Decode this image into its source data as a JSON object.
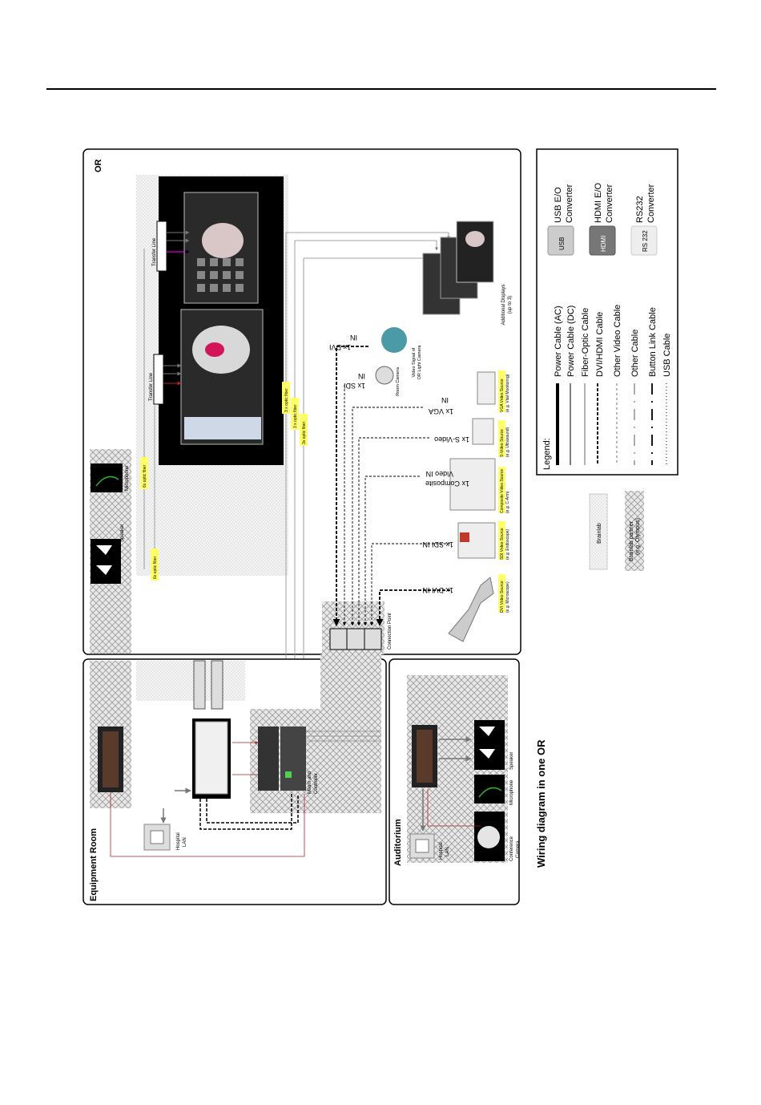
{
  "title": "Wiring diagram in one OR",
  "rooms": {
    "or": "OR",
    "equipment_room": "Equipment Room",
    "auditorium": "Auditorium"
  },
  "legend": {
    "title": "Legend:",
    "cables": [
      "Power Cable (AC)",
      "Power Cable (DC)",
      "Fiber-Optic Cable",
      "DVI/HDMI Cable",
      "Other Video Cable",
      "Other Cable",
      "Button Link Cable",
      "USB Cable"
    ],
    "converters": [
      {
        "badge": "USB",
        "line1": "USB E/O",
        "line2": "Converter"
      },
      {
        "badge": "HDMI",
        "line1": "HDMI E/O",
        "line2": "Converter"
      },
      {
        "badge": "RS 232",
        "line1": "RS232",
        "line2": "Converter"
      }
    ],
    "patterns": [
      {
        "label": "Brainlab"
      },
      {
        "label": "Brainlab partner",
        "sub": "(e.g. Olympus)"
      }
    ]
  },
  "or_devices": {
    "transfer_line_1": "Transfer Line",
    "transfer_line_2": "Transfer Line",
    "microphone": "Microphone",
    "speaker": "Speaker",
    "connection_point": "Connection Point",
    "additional_displays": "Additional Displays",
    "additional_displays_sub": "(up to 3)",
    "video_signal_light": "Video Signal of",
    "video_signal_light_2": "OR Light Camera",
    "room_camera": "Room Camera"
  },
  "fiber_labels": [
    "6x optic fiber",
    "6x optic fiber",
    "3 x optic fiber",
    "3 x optic fiber",
    "3x optic fiber"
  ],
  "inputs": [
    "1x DVI IN",
    "1x SDI IN",
    "1x Composite",
    "Video IN",
    "1x S-Video",
    "1x VGA",
    "IN",
    "1x SDI",
    "IN",
    "1x DVI",
    "IN"
  ],
  "sources": [
    {
      "line1": "DVI Video Source",
      "line2": "(e.g. Microscope)"
    },
    {
      "line1": "SDI Video Source",
      "line2": "(e.g. Endoscope)"
    },
    {
      "line1": "Composite Video Source",
      "line2": "(e.g. C-Arm)"
    },
    {
      "line1": "S-Video Source",
      "line2": "(e.g. Ultrasound)"
    },
    {
      "line1": "VGA Video Source",
      "line2": "(e.g. Vital Monitoring)"
    }
  ],
  "equipment_devices": {
    "matrix_controller": "Matrix and",
    "matrix_controller_2": "Controller",
    "hospital_lan": "Hospital",
    "hospital_lan_2": "LAN"
  },
  "auditorium_devices": {
    "hospital_lan": "Hospital",
    "hospital_lan_2": "LAN",
    "microphone": "Microphone",
    "speaker": "Speaker",
    "conference_camera": "Conference",
    "conference_camera_2": "Camera"
  },
  "colors": {
    "line": "#000000",
    "fiber_label_bg": "#ffff66",
    "red_cable": "#b22222",
    "magenta": "#ff00ff",
    "gray": "#888888"
  }
}
